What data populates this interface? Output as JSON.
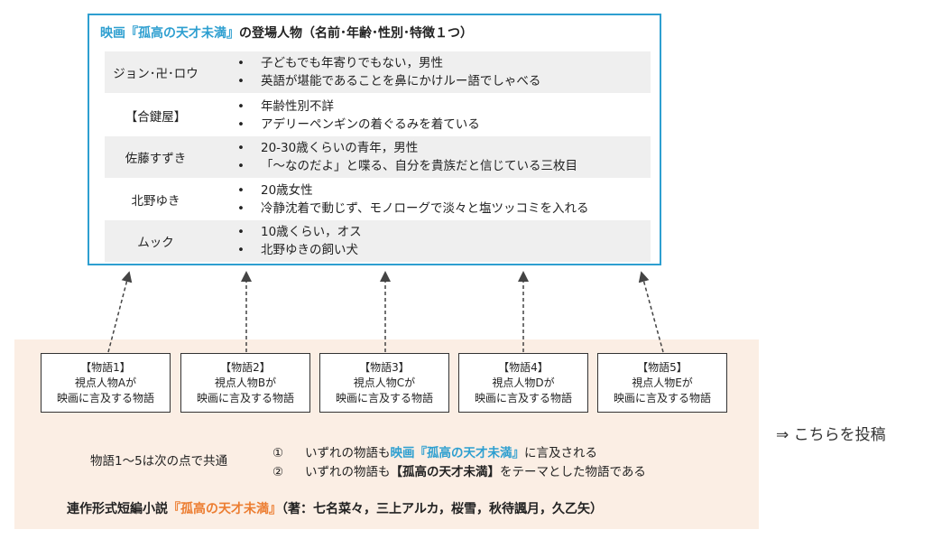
{
  "characters_panel": {
    "title_film": "映画『孤高の天才未満』",
    "title_rest": "の登場人物（名前･年齢･性別･特徴１つ）",
    "rows": [
      {
        "name": "ジョン･卍･ロウ",
        "traits": [
          "子どもでも年寄りでもない，男性",
          "英語が堪能であることを鼻にかけルー語でしゃべる"
        ]
      },
      {
        "name": "【合鍵屋】",
        "traits": [
          "年齢性別不詳",
          "アデリーペンギンの着ぐるみを着ている"
        ]
      },
      {
        "name": "佐藤すずき",
        "traits": [
          "20-30歳くらいの青年，男性",
          "「～なのだよ」と喋る、自分を貴族だと信じている三枚目"
        ]
      },
      {
        "name": "北野ゆき",
        "traits": [
          "20歳女性",
          "冷静沈着で動じず、モノローグで淡々と塩ツッコミを入れる"
        ]
      },
      {
        "name": "ムック",
        "traits": [
          "10歳くらい，オス",
          "北野ゆきの飼い犬"
        ]
      }
    ]
  },
  "stories": [
    {
      "title": "【物語1】",
      "line1": "視点人物Aが",
      "line2": "映画に言及する物語"
    },
    {
      "title": "【物語2】",
      "line1": "視点人物Bが",
      "line2": "映画に言及する物語"
    },
    {
      "title": "【物語3】",
      "line1": "視点人物Cが",
      "line2": "映画に言及する物語"
    },
    {
      "title": "【物語4】",
      "line1": "視点人物Dが",
      "line2": "映画に言及する物語"
    },
    {
      "title": "【物語5】",
      "line1": "視点人物Eが",
      "line2": "映画に言及する物語"
    }
  ],
  "common": {
    "label": "物語1～5は次の点で共通",
    "point1": {
      "num": "①",
      "pre": "いずれの物語も",
      "highlight": "映画『孤高の天才未満』",
      "post": "に言及される"
    },
    "point2": {
      "num": "②",
      "pre": "いずれの物語も",
      "highlight": "【孤高の天才未満】",
      "post": "をテーマとした物語である"
    }
  },
  "credit": {
    "prefix": "連作形式短編小説",
    "title": "『孤高の天才未満』",
    "authors": "（著：七名菜々，三上アルカ，桜雪，秋待諷月，久乙矢）"
  },
  "post_link": "⇒ こちらを投稿",
  "colors": {
    "accent_blue": "#2e9fd0",
    "accent_orange": "#ec7d31",
    "series_bg": "#fbeee4",
    "row_shade": "#efefef"
  }
}
